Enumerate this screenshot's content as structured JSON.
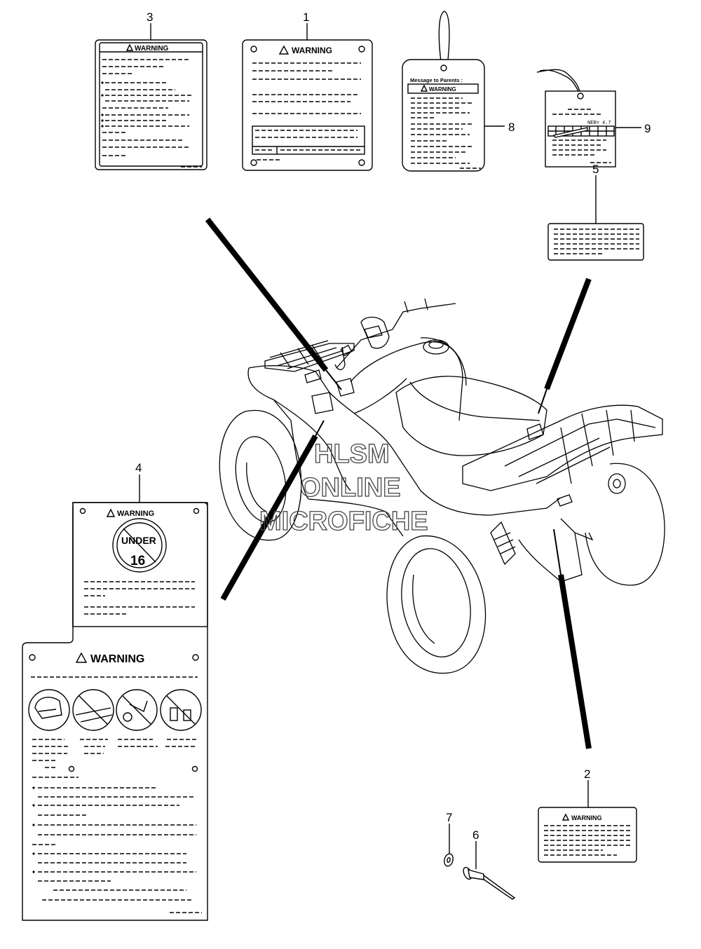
{
  "callouts": {
    "c1": "1",
    "c2": "2",
    "c3": "3",
    "c4": "4",
    "c5": "5",
    "c6": "6",
    "c7": "7",
    "c8": "8",
    "c9": "9"
  },
  "labels": {
    "warning": "WARNING",
    "message_to_parents": "Message to Parents :",
    "under": "UNDER",
    "age": "16",
    "ner": "NER= 4.7"
  },
  "watermark": {
    "line1": "HLSM",
    "line2": "ONLINE",
    "line3": "MICROFICHE"
  }
}
